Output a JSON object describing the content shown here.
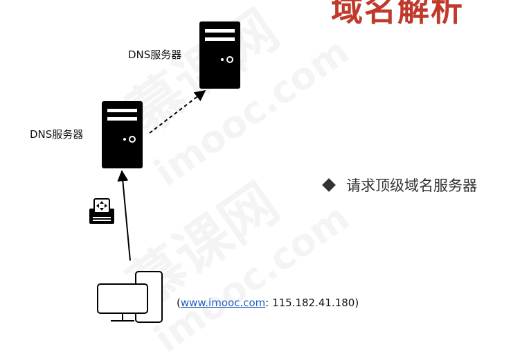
{
  "title": "域名解析",
  "servers": {
    "top_label": "DNS服务器",
    "bottom_label": "DNS服务器"
  },
  "bullet": {
    "text": "请求顶级域名服务器"
  },
  "caption": {
    "open": "(",
    "link": "www.imooc.com",
    "rest": ": 115.182.41.180)"
  },
  "watermark": {
    "cn": "慕课网",
    "en": "imooc.com"
  },
  "colors": {
    "title": "#c0392b",
    "link": "#1f5fbf",
    "device": "#000000"
  },
  "icons": [
    "server-icon",
    "router-icon",
    "computer-icon",
    "diamond-bullet-icon"
  ]
}
